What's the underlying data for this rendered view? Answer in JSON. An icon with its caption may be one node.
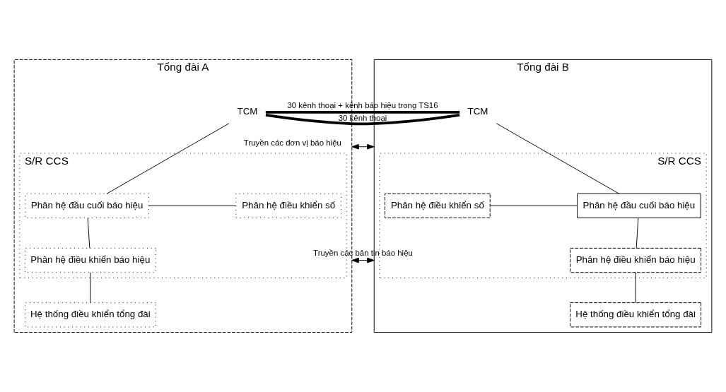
{
  "diagram": {
    "nodes": [
      {
        "text": [
          "Tổng đài A"
        ]
      },
      {
        "text": [
          "TCM"
        ],
        "in": 0
      },
      {
        "text": [
          "S/R CCS"
        ],
        "in": 0
      },
      {
        "text": [
          "Phân hệ điều khiển số"
        ],
        "in": 2
      },
      {
        "text": [
          "Phân hệ đầu cuối báo hiệu"
        ],
        "in": 2
      },
      {
        "text": [
          "Phân hệ điều khiển báo hiệu"
        ],
        "in": 2
      },
      {
        "text": [
          "Hệ thống điều khiển tổng đài"
        ],
        "in": 0
      },
      {
        "text": [
          "Tổng đài B"
        ]
      },
      {
        "text": [
          "TCM"
        ],
        "in": 7
      },
      {
        "text": [
          "S/R CCS"
        ],
        "in": 7
      },
      {
        "text": [
          "Phân hệ đầu cuối báo hiệu"
        ],
        "in": 9
      },
      {
        "text": [
          "Phân hệ điều khiển số"
        ],
        "in": 9
      },
      {
        "text": [
          "Phân hệ điều khiển báo hiệu"
        ],
        "in": 9
      },
      {
        "text": [
          "Hệ thống điều khiển tổng đài"
        ],
        "in": 7
      }
    ],
    "edges": [
      {
        "from": 1,
        "to": 8,
        "arrow": "none",
        "label": "30 kênh thoại",
        "style": "thick"
      },
      {
        "from": 1,
        "to": 8,
        "arrow": "none",
        "label": "30 kênh thoại + kênh báo hiệu trong TS16",
        "style": "thick"
      },
      {
        "from": 1,
        "to": 4,
        "arrow": "none"
      },
      {
        "from": 3,
        "to": 4,
        "arrow": "none"
      },
      {
        "from": 4,
        "to": 5,
        "arrow": "none"
      },
      {
        "from": 5,
        "to": 6,
        "arrow": "none"
      },
      {
        "from": 8,
        "to": 10,
        "arrow": "none"
      },
      {
        "from": 10,
        "to": 11,
        "arrow": "none"
      },
      {
        "from": 10,
        "to": 12,
        "arrow": "none"
      },
      {
        "from": 12,
        "to": 13,
        "arrow": "none"
      },
      {
        "from": 0,
        "to": 7,
        "arrow": "both",
        "label": "Truyền các đơn vị báo hiệu"
      },
      {
        "from": 0,
        "to": 7,
        "arrow": "both",
        "label": "Truyền các bản tin báo hiệu"
      }
    ]
  }
}
